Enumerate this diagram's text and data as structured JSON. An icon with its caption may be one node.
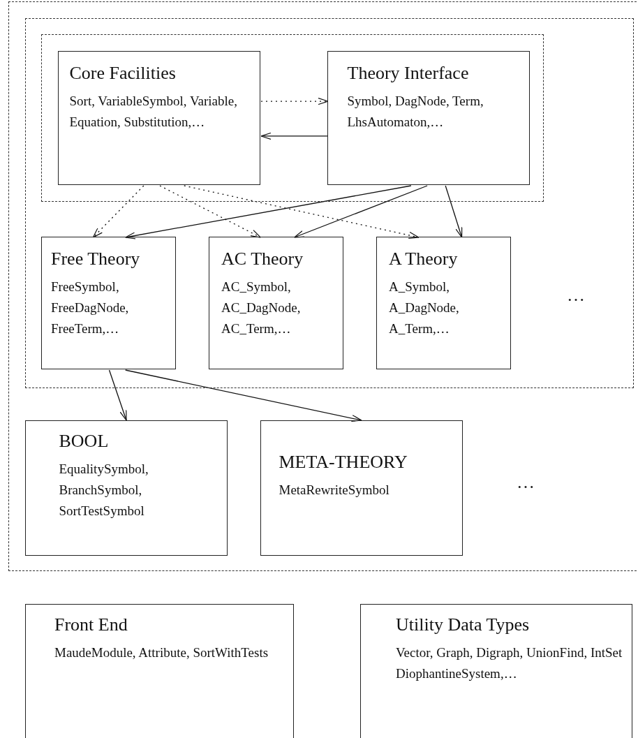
{
  "diagram": {
    "nodes": [
      {
        "text": [],
        "shape": "box"
      },
      {
        "text": [],
        "shape": "box",
        "in": 0
      },
      {
        "text": [],
        "shape": "box",
        "in": 1
      },
      {
        "text": [
          "Core Facilities",
          "Sort, VariableSymbol, Variable, Equation, Substitution,…"
        ],
        "in": 2
      },
      {
        "text": [
          "Theory Interface",
          "Symbol, DagNode, Term, LhsAutomaton,…"
        ],
        "in": 2
      },
      {
        "text": [
          "Free Theory",
          "FreeSymbol, FreeDagNode, FreeTerm,…"
        ],
        "in": 1
      },
      {
        "text": [
          "AC Theory",
          "AC_Symbol, AC_DagNode, AC_Term,…"
        ],
        "in": 1
      },
      {
        "text": [
          "A Theory",
          "A_Symbol, A_DagNode, A_Term,…"
        ],
        "in": 1
      },
      {
        "text": [
          "BOOL",
          "EqualitySymbol, BranchSymbol, SortTestSymbol"
        ],
        "in": 0
      },
      {
        "text": [
          "META-THEORY",
          "MetaRewriteSymbol"
        ],
        "in": 0
      },
      {
        "text": [
          "Front End",
          "MaudeModule, Attribute, SortWithTests"
        ]
      },
      {
        "text": [
          "Utility Data Types",
          "Vector, Graph, Digraph, UnionFind, IntSet DiophantineSystem,…"
        ]
      }
    ],
    "edges": [
      {
        "from": 3,
        "to": 4,
        "arrow": "to",
        "style": "dashed"
      },
      {
        "from": 4,
        "to": 3,
        "arrow": "to"
      },
      {
        "from": 3,
        "to": 5,
        "arrow": "to",
        "style": "dashed"
      },
      {
        "from": 3,
        "to": 6,
        "arrow": "to",
        "style": "dashed"
      },
      {
        "from": 3,
        "to": 7,
        "arrow": "to",
        "style": "dashed"
      },
      {
        "from": 4,
        "to": 5,
        "arrow": "to"
      },
      {
        "from": 4,
        "to": 6,
        "arrow": "to"
      },
      {
        "from": 4,
        "to": 7,
        "arrow": "to"
      },
      {
        "from": 5,
        "to": 8,
        "arrow": "to"
      },
      {
        "from": 5,
        "to": 9,
        "arrow": "to"
      }
    ],
    "labels": [
      "…",
      "…"
    ]
  }
}
